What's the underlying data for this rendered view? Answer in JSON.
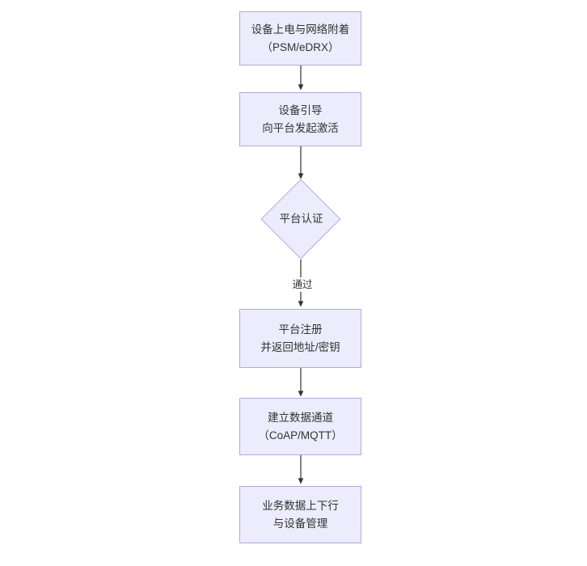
{
  "diagram": {
    "type": "flowchart",
    "orientation": "top-to-bottom",
    "title_text": "",
    "colors": {
      "node_fill": "#ececfc",
      "node_border": "#b6a6dd",
      "text": "#333333",
      "edge": "#333333",
      "background": "#ffffff"
    },
    "nodes": [
      {
        "id": "n1",
        "shape": "rectangle",
        "line1": "设备上电与网络附着",
        "line2": "（PSM/eDRX）"
      },
      {
        "id": "n2",
        "shape": "rectangle",
        "line1": "设备引导",
        "line2": "向平台发起激活"
      },
      {
        "id": "n3",
        "shape": "diamond",
        "line1": "平台认证",
        "line2": ""
      },
      {
        "id": "n4",
        "shape": "rectangle",
        "line1": "平台注册",
        "line2": "并返回地址/密钥"
      },
      {
        "id": "n5",
        "shape": "rectangle",
        "line1": "建立数据通道",
        "line2": "（CoAP/MQTT）"
      },
      {
        "id": "n6",
        "shape": "rectangle",
        "line1": "业务数据上下行",
        "line2": "与设备管理"
      }
    ],
    "edges": [
      {
        "id": "e1",
        "from": "n1",
        "to": "n2",
        "label": ""
      },
      {
        "id": "e2",
        "from": "n2",
        "to": "n3",
        "label": ""
      },
      {
        "id": "e3",
        "from": "n3",
        "to": "n4",
        "label": "通过"
      },
      {
        "id": "e4",
        "from": "n4",
        "to": "n5",
        "label": ""
      },
      {
        "id": "e5",
        "from": "n5",
        "to": "n6",
        "label": ""
      }
    ]
  }
}
